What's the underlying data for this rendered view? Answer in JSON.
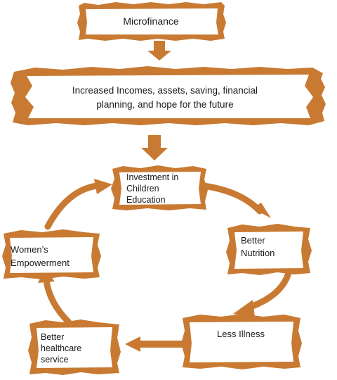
{
  "diagram": {
    "colors": {
      "wood": "#c97a32",
      "wood_dark": "#a8621f",
      "panel": "#ffffff",
      "text": "#1a1a1a"
    },
    "boxes": {
      "microfinance": "Microfinance",
      "incomes": "Increased Incomes, assets, saving, financial\nplanning, and hope for the future",
      "investment": "Investment in\nChildren\nEducation",
      "nutrition": "Better\nNutrition",
      "illness": "Less Illness",
      "healthcare": "Better\nhealthcare\nservice",
      "women": "Women’s\nEmpowerment"
    }
  }
}
